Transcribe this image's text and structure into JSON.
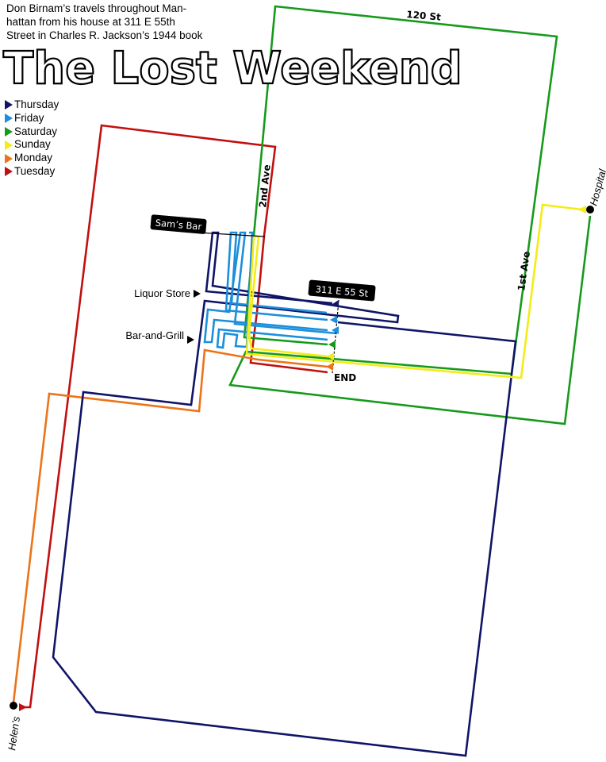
{
  "subtitle_lines": [
    "Don Birnam’s travels throughout Man-",
    "hattan from his house at 311 E 55th",
    "Street in Charles R. Jackson’s 1944 book"
  ],
  "title": "The Lost Weekend",
  "legend": [
    {
      "label": "Thursday",
      "color": "#101466"
    },
    {
      "label": "Friday",
      "color": "#1b8fdc"
    },
    {
      "label": "Saturday",
      "color": "#169a1c"
    },
    {
      "label": "Sunday",
      "color": "#f4ec14"
    },
    {
      "label": "Monday",
      "color": "#ec7318"
    },
    {
      "label": "Tuesday",
      "color": "#c20f0f"
    }
  ],
  "streets": {
    "top": "120 St",
    "second_ave": "2nd Ave",
    "first_ave": "1st Ave"
  },
  "places": {
    "sams_bar": "Sam’s Bar",
    "home": "311 E 55 St",
    "liquor_store": "Liquor Store",
    "bar_and_grill": "Bar-and-Grill",
    "hospital": "Hospital",
    "helens": "Helen’s",
    "end": "END"
  }
}
